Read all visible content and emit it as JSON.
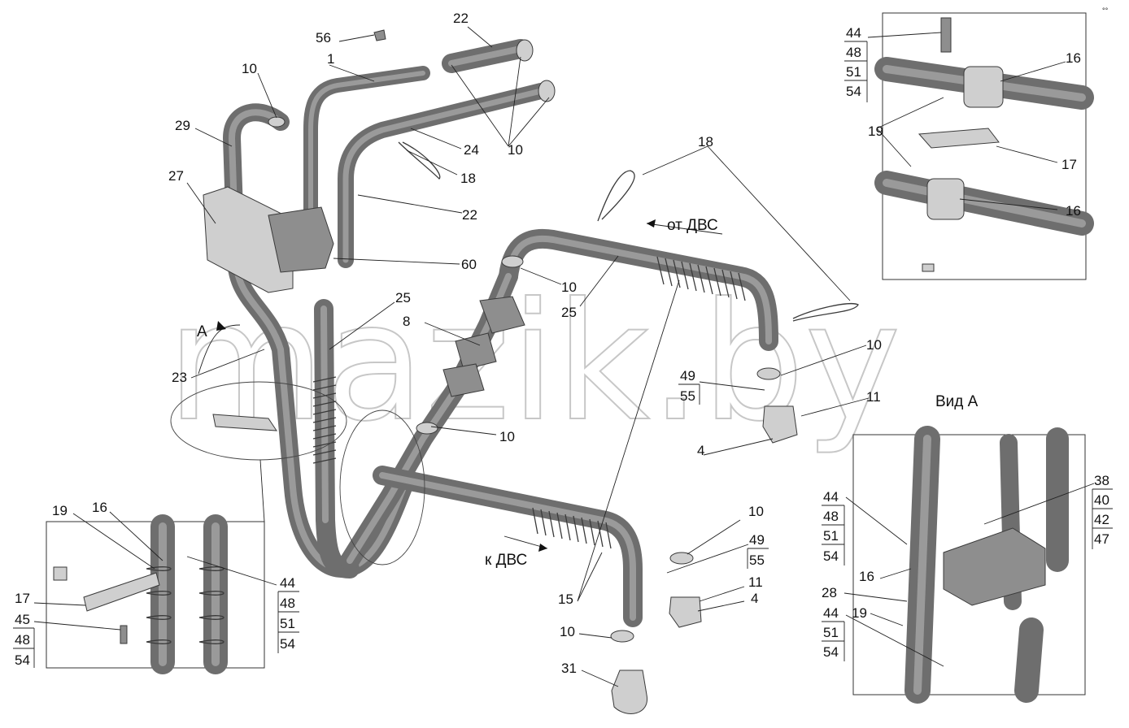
{
  "watermark": "mazik.by",
  "corner_mark": "°°",
  "arrows": {
    "from_engine": "от ДВС",
    "to_engine": "к ДВС",
    "view_letter": "А"
  },
  "view_title": "Вид А",
  "labels": {
    "n1": "1",
    "n4a": "4",
    "n4b": "4",
    "n8": "8",
    "n10a": "10",
    "n10b": "10",
    "n10c": "10",
    "n10d": "10",
    "n10e": "10",
    "n10f": "10",
    "n10g": "10",
    "n11a": "11",
    "n11b": "11",
    "n15": "15",
    "n16a": "16",
    "n16b": "16",
    "n16c": "16",
    "n16d": "16",
    "n17a": "17",
    "n17b": "17",
    "n18a": "18",
    "n18b": "18",
    "n19a": "19",
    "n19b": "19",
    "n19c": "19",
    "n22a": "22",
    "n22b": "22",
    "n23": "23",
    "n24": "24",
    "n25a": "25",
    "n25b": "25",
    "n27": "27",
    "n28": "28",
    "n29": "29",
    "n31": "31",
    "n56": "56",
    "n60": "60"
  },
  "stacks": {
    "topright": [
      "44",
      "48",
      "51",
      "54"
    ],
    "left_bolt": [
      "44",
      "48",
      "51",
      "54"
    ],
    "left_17": [
      "45",
      "48",
      "54"
    ],
    "mid_4955": [
      "49",
      "55"
    ],
    "low_4955": [
      "49",
      "55"
    ],
    "viewA_top": [
      "44",
      "48",
      "51",
      "54"
    ],
    "viewA_low": [
      "44",
      "51",
      "54"
    ],
    "viewA_right": [
      "38",
      "40",
      "42",
      "47"
    ]
  }
}
